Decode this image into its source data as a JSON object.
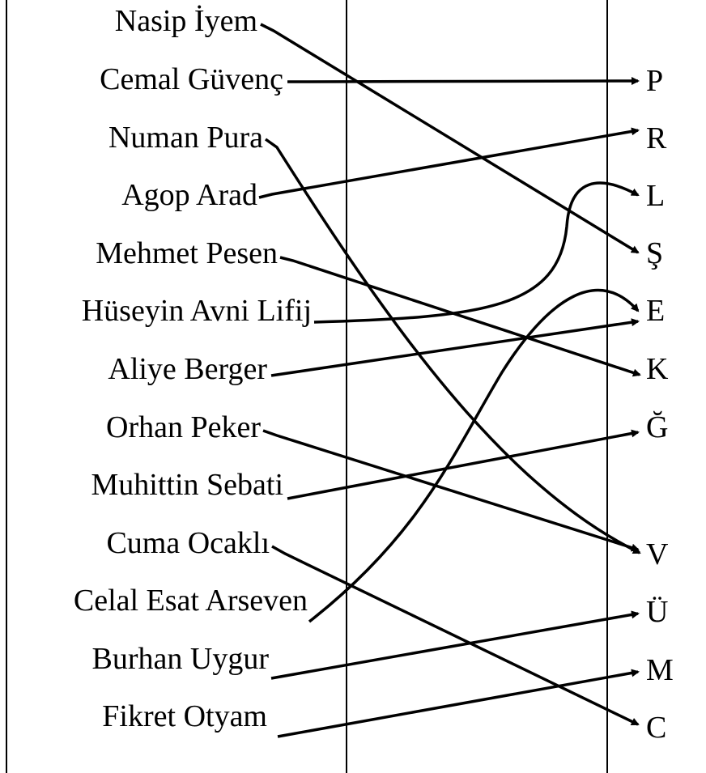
{
  "names": [
    "Nasip İyem",
    "Cemal Güvenç",
    "Numan Pura",
    "Agop Arad",
    "Mehmet Pesen",
    "Hüseyin Avni Lifij",
    "Aliye Berger",
    "Orhan Peker",
    "Muhittin Sebati",
    "Cuma Ocaklı",
    "Celal Esat Arseven",
    "Burhan Uygur",
    "Fikret Otyam"
  ],
  "letters": [
    "P",
    "R",
    "L",
    "Ş",
    "E",
    "K",
    "Ğ",
    "V",
    "Ü",
    "M",
    "C"
  ],
  "connections": [
    {
      "from": "Nasip İyem",
      "to": "Ş"
    },
    {
      "from": "Cemal Güvenç",
      "to": "P"
    },
    {
      "from": "Numan Pura",
      "to": "V"
    },
    {
      "from": "Agop Arad",
      "to": "R"
    },
    {
      "from": "Mehmet Pesen",
      "to": "K"
    },
    {
      "from": "Hüseyin Avni Lifij",
      "to": "L"
    },
    {
      "from": "Aliye Berger",
      "to": "E"
    },
    {
      "from": "Orhan Peker",
      "to": "V"
    },
    {
      "from": "Muhittin Sebati",
      "to": "Ğ"
    },
    {
      "from": "Cuma Ocaklı",
      "to": "C"
    },
    {
      "from": "Celal Esat Arseven",
      "to": "E"
    },
    {
      "from": "Burhan Uygur",
      "to": "Ü"
    },
    {
      "from": "Fikret Otyam",
      "to": "M"
    }
  ],
  "colors": {
    "ink": "#000000",
    "background": "#ffffff"
  }
}
